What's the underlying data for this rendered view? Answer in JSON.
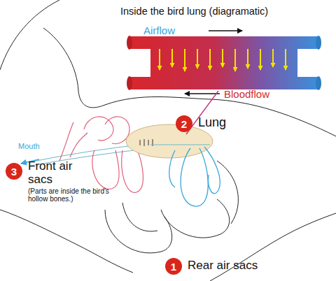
{
  "diagram": {
    "title": "Inside the bird lung (diagramatic)",
    "nodes": [
      {
        "text": [
          "2"
        ]
      },
      {
        "text": [
          "3"
        ]
      },
      {
        "text": [
          "1"
        ]
      }
    ],
    "labels": [
      "Airflow",
      "Bloodflow",
      "Mouth",
      "Lung",
      "Front air sacs",
      "(Parts are inside the bird's hollow bones.)",
      "Rear air sacs"
    ]
  }
}
